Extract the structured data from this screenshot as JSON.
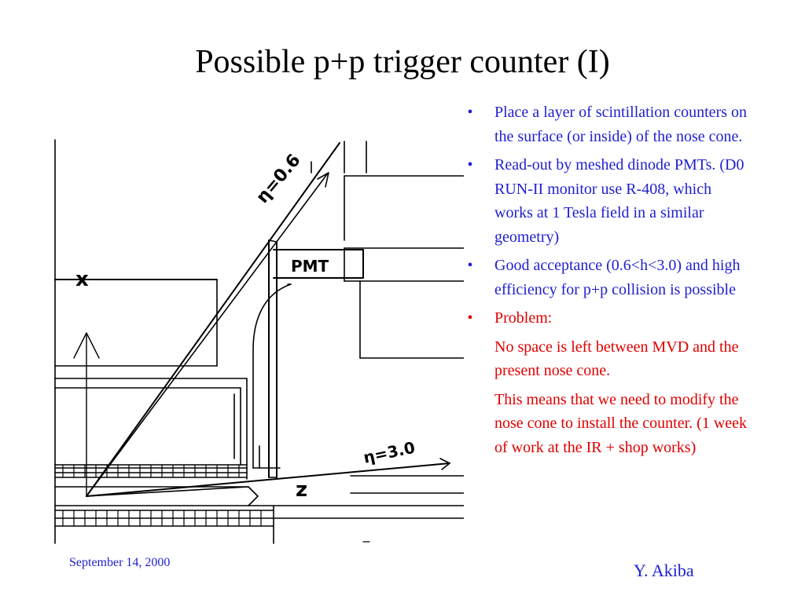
{
  "title": "Possible p+p trigger counter (I)",
  "drawing": {
    "label_eta_high": "η=0.6",
    "label_eta_low": "η=3.0",
    "label_pmt": "PMT",
    "label_x": "x",
    "label_z": "z"
  },
  "bullets": {
    "item1": "Place a layer of scintillation counters on the surface (or inside) of the nose cone.",
    "item2": "Read-out by meshed dinode PMTs. (D0 RUN-II monitor use R-408, which works at 1 Tesla field in a similar geometry)",
    "item3": "Good acceptance (0.6<h<3.0) and high efficiency for p+p collision is possible",
    "item4": "Problem:",
    "item4_para1": "No space is left between MVD and the present nose cone.",
    "item4_para2": "This means that we need to modify the nose cone to install the counter. (1 week of work at the IR + shop works)",
    "bullet_symbol": "•"
  },
  "footer": {
    "date": "September 14, 2000",
    "author": "Y. Akiba"
  },
  "colors": {
    "text_blue": "#1f1fd0",
    "text_red": "#e00000"
  }
}
